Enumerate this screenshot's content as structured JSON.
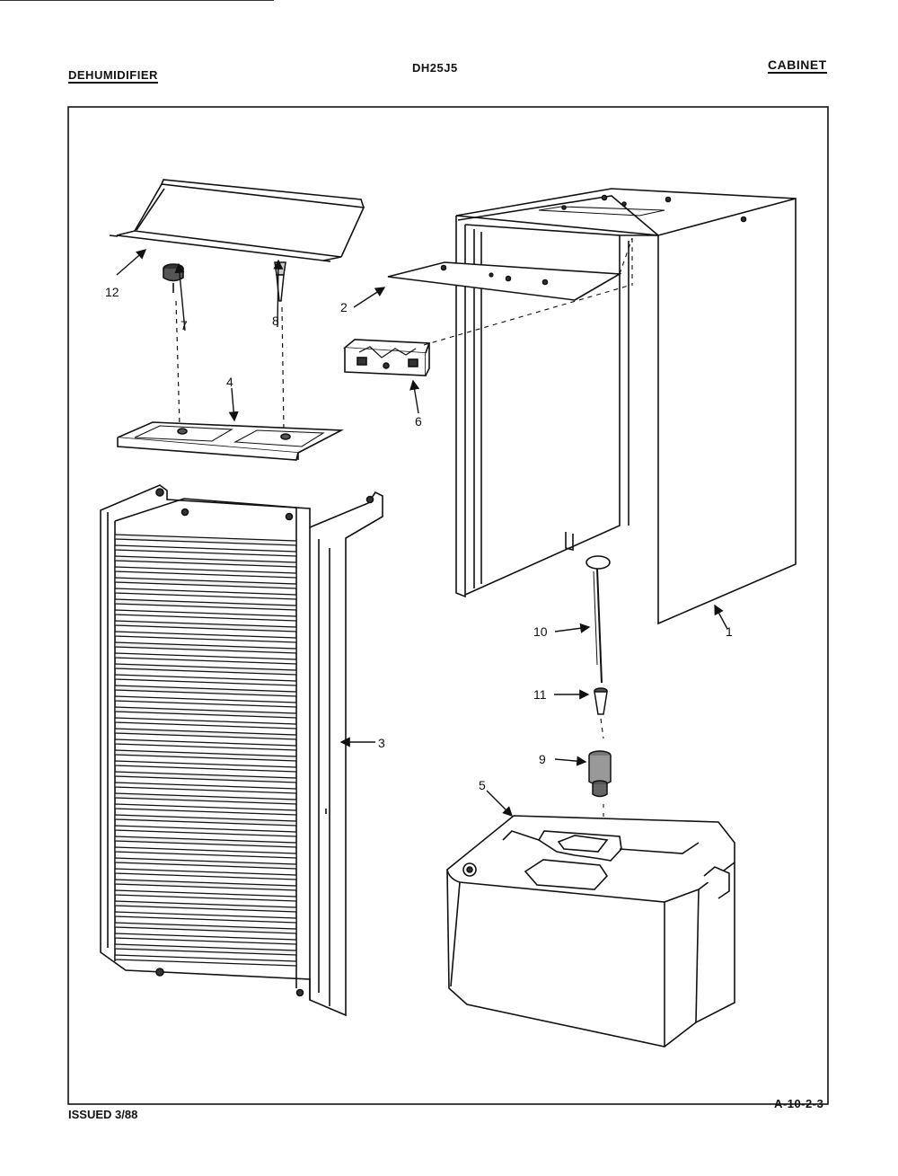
{
  "header": {
    "left": "DEHUMIDIFIER",
    "center": "DH25J5",
    "right": "CABINET"
  },
  "footer": {
    "left": "ISSUED 3/88",
    "right": "A-10-2-3"
  },
  "callouts": [
    {
      "id": "1",
      "label": "1"
    },
    {
      "id": "2",
      "label": "2"
    },
    {
      "id": "3",
      "label": "3"
    },
    {
      "id": "4",
      "label": "4"
    },
    {
      "id": "5",
      "label": "5"
    },
    {
      "id": "6",
      "label": "6"
    },
    {
      "id": "7",
      "label": "7"
    },
    {
      "id": "8",
      "label": "8"
    },
    {
      "id": "9",
      "label": "9"
    },
    {
      "id": "10",
      "label": "10"
    },
    {
      "id": "11",
      "label": "11"
    },
    {
      "id": "12",
      "label": "12"
    }
  ]
}
